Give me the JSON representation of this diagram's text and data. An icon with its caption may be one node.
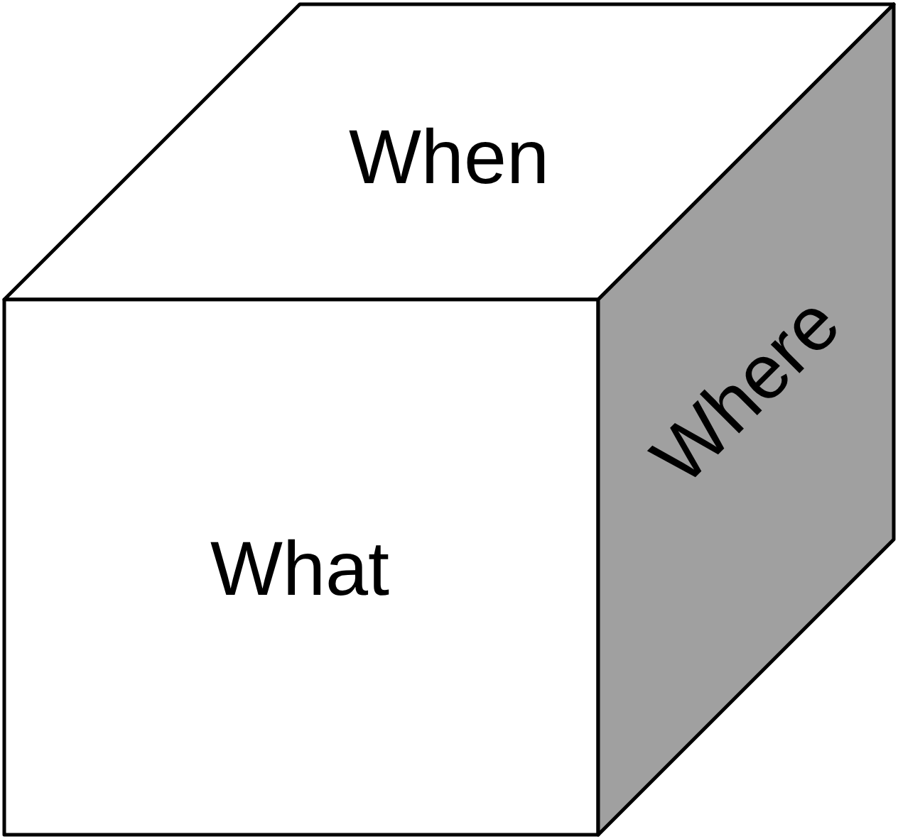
{
  "diagram": {
    "nodes": [
      {
        "text": [
          "When"
        ]
      },
      {
        "text": [
          "What"
        ]
      },
      {
        "text": [
          "Where"
        ]
      }
    ]
  }
}
